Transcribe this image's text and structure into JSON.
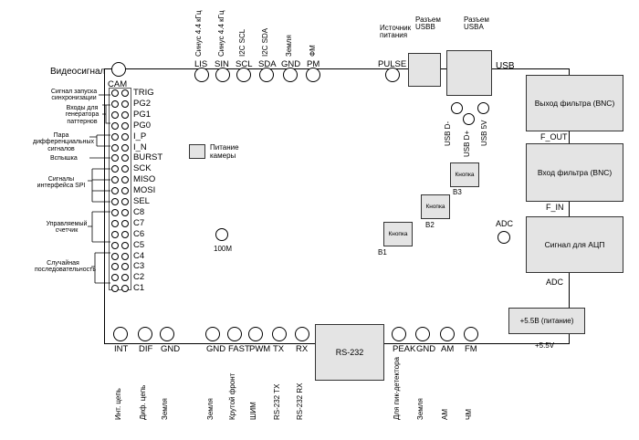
{
  "top_pins": [
    {
      "name": "LIS",
      "desc": "Синус 4.4 кГц"
    },
    {
      "name": "SIN",
      "desc": "Синус 4.4 кГц"
    },
    {
      "name": "SCL",
      "desc": "I2C SCL"
    },
    {
      "name": "SDA",
      "desc": "I2C SDA"
    },
    {
      "name": "GND",
      "desc": "Земля"
    },
    {
      "name": "PM",
      "desc": "ФМ"
    },
    {
      "name": "PULSE",
      "desc": "Источник питания"
    }
  ],
  "usbb": "Разъем USBB",
  "usba": "Разъем USBA",
  "usb_label": "USB",
  "usb_pins": [
    "USB D-",
    "USB D+",
    "USB 5V"
  ],
  "video": "Видеосигнал",
  "cam": "CAM",
  "left_pins": [
    "TRIG",
    "PG2",
    "PG1",
    "PG0",
    "I_P",
    "I_N",
    "BURST",
    "SCK",
    "MISO",
    "MOSI",
    "SEL",
    "C8",
    "C7",
    "C6",
    "C5",
    "C4",
    "C3",
    "C2",
    "C1"
  ],
  "left_labels": {
    "sync": "Сигнал запуска синхронизации",
    "gen": "Входы для генератора паттернов",
    "diff": "Пара дифференциальных сигналов",
    "flash": "Вспышка",
    "spi": "Сигналы интерфейса SPI",
    "counter": "Управляемый счетчик",
    "random": "Случайная последовательность"
  },
  "cam_power": "Питание камеры",
  "osc": "100M",
  "buttons": [
    {
      "label": "Кнопка",
      "id": "B3"
    },
    {
      "label": "Кнопка",
      "id": "B2"
    },
    {
      "label": "Кнопка",
      "id": "B1"
    }
  ],
  "adc_label": "ADC",
  "right_boxes": [
    {
      "title": "Выход фильтра (BNC)",
      "pin": "F_OUT"
    },
    {
      "title": "Вход фильтра (BNC)",
      "pin": "F_IN"
    },
    {
      "title": "Сигнал для АЦП",
      "pin": "ADC"
    }
  ],
  "power_box": "+5.5В (питание)",
  "power_pin": "+5.5V",
  "rs232": "RS-232",
  "bottom_pins": [
    {
      "name": "INT",
      "desc": "Инт. цепь"
    },
    {
      "name": "DIF",
      "desc": "Диф. цепь"
    },
    {
      "name": "GND",
      "desc": "Земля"
    },
    {
      "name": "GND",
      "desc": "Земля"
    },
    {
      "name": "FAST",
      "desc": "Крутой фронт"
    },
    {
      "name": "PWM",
      "desc": "ШИМ"
    },
    {
      "name": "TX",
      "desc": "RS-232 TX"
    },
    {
      "name": "RX",
      "desc": "RS-232 RX"
    },
    {
      "name": "PEAK",
      "desc": "Для пик-детектора"
    },
    {
      "name": "GND",
      "desc": "Земля"
    },
    {
      "name": "AM",
      "desc": "АМ"
    },
    {
      "name": "FM",
      "desc": "ЧМ"
    }
  ]
}
